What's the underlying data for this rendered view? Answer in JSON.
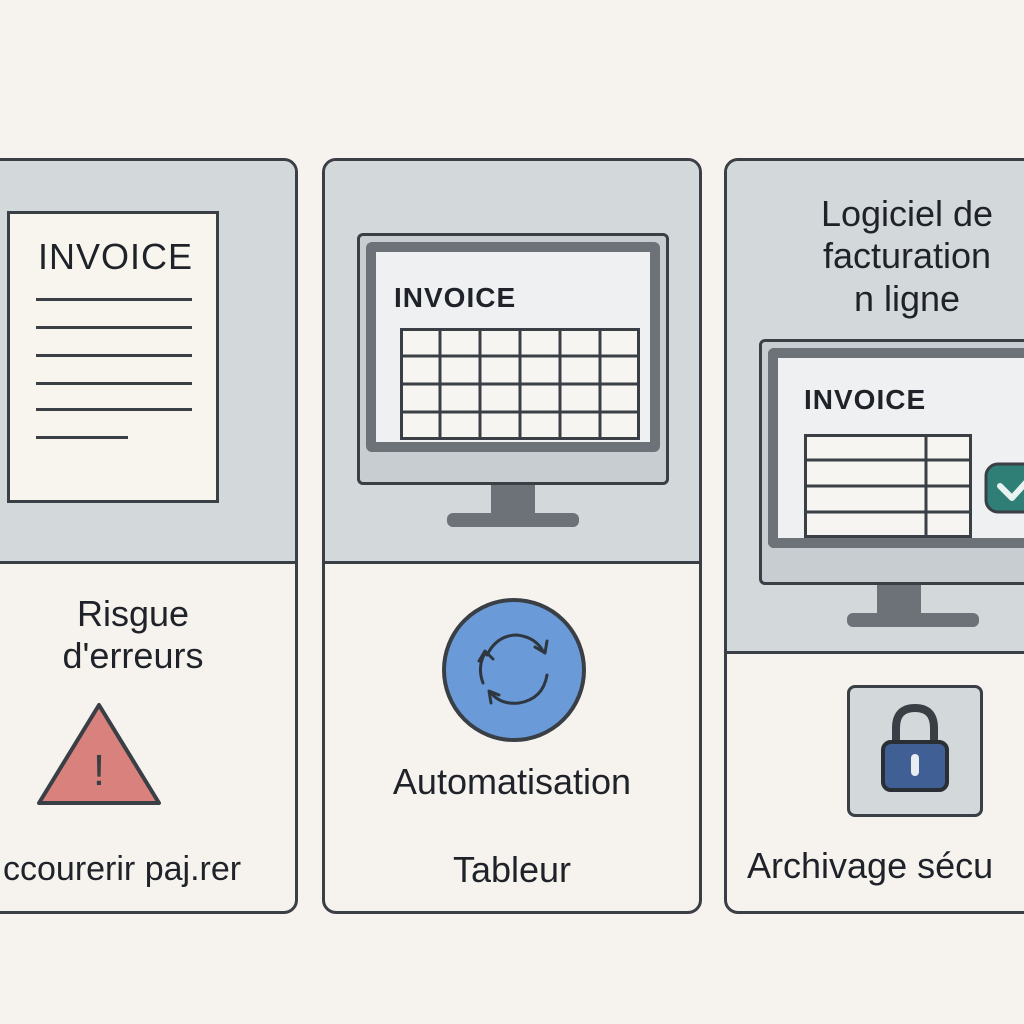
{
  "panels": [
    {
      "document_title": "INVOICE",
      "heading_line1": "Risgue",
      "heading_line2": "d'erreurs",
      "warning_icon": "warning-triangle-icon",
      "warning_mark": "!",
      "caption": "ccourerir paj.rer"
    },
    {
      "screen_title": "INVOICE",
      "cycle_icon": "cycle-arrows-icon",
      "label_automation": "Automatisation",
      "label_tool": "Tableur"
    },
    {
      "heading_line1": "Logiciel de",
      "heading_line2": "facturation",
      "heading_line3": "n ligne",
      "screen_title": "INVOICE",
      "check_icon": "check-icon",
      "lock_icon": "padlock-icon",
      "caption": "Archivage sécu"
    }
  ],
  "colors": {
    "background": "#f6f3ee",
    "panel_top": "#d3d8da",
    "outline": "#3a3f46",
    "warning": "#d9817c",
    "cycle": "#6a9bd8",
    "check": "#2f7f77",
    "lock": "#3f5f95"
  }
}
